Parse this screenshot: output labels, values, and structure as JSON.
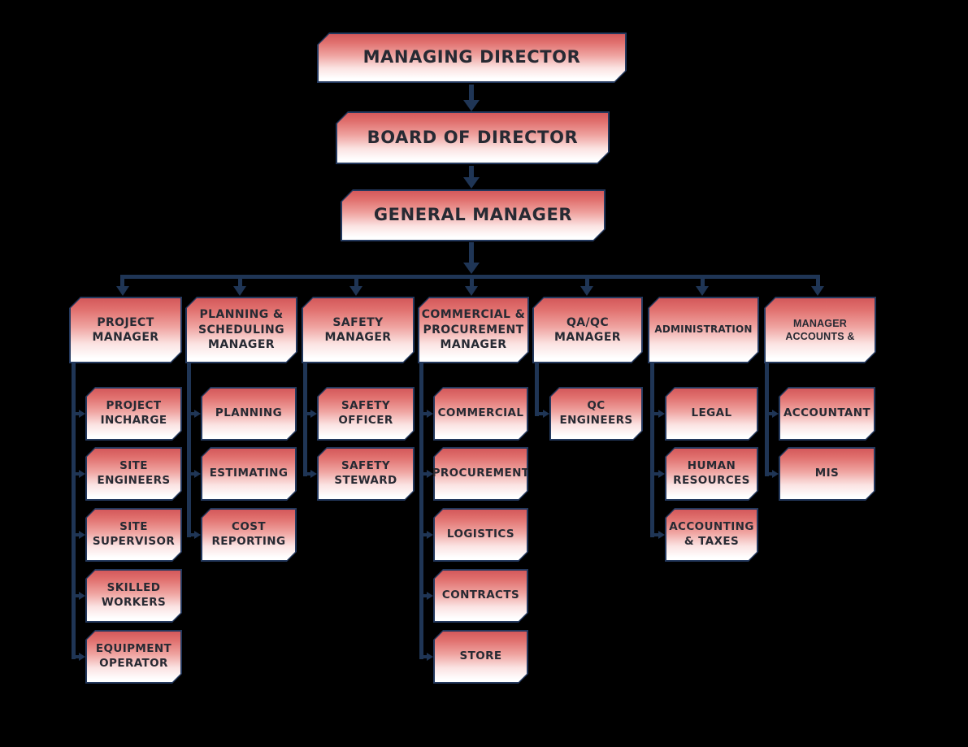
{
  "page": {
    "background": "#000000"
  },
  "palette": {
    "node_gradient_top": "#d4595b",
    "node_gradient_bottom": "#ffffff",
    "node_border": "#24395e",
    "connector": "#1f3555",
    "label_text": "#272a33"
  },
  "hierarchy": {
    "root_chain": [
      {
        "label": "MANAGING DIRECTOR"
      },
      {
        "label": "BOARD OF DIRECTOR"
      },
      {
        "label": "GENERAL MANAGER"
      }
    ],
    "columns": [
      {
        "manager": "PROJECT MANAGER",
        "children": [
          "PROJECT INCHARGE",
          "SITE ENGINEERS",
          "SITE SUPERVISOR",
          "SKILLED WORKERS",
          "EQUIPMENT OPERATOR"
        ]
      },
      {
        "manager": "PLANNING & SCHEDULING MANAGER",
        "children": [
          "PLANNING",
          "ESTIMATING",
          "COST REPORTING"
        ]
      },
      {
        "manager": "SAFETY MANAGER",
        "children": [
          "SAFETY OFFICER",
          "SAFETY STEWARD"
        ]
      },
      {
        "manager": "COMMERCIAL & PROCUREMENT MANAGER",
        "children": [
          "COMMERCIAL",
          "PROCUREMENT",
          "LOGISTICS",
          "CONTRACTS",
          "STORE"
        ]
      },
      {
        "manager": "QA/QC MANAGER",
        "children": [
          "QC ENGINEERS"
        ]
      },
      {
        "manager": "ADMINISTRATION",
        "children": [
          "LEGAL",
          "HUMAN RESOURCES",
          "ACCOUNTING & TAXES"
        ]
      },
      {
        "manager": "MANAGER ACCOUNTS &",
        "children": [
          "ACCOUNTANT",
          "MIS"
        ]
      }
    ]
  }
}
